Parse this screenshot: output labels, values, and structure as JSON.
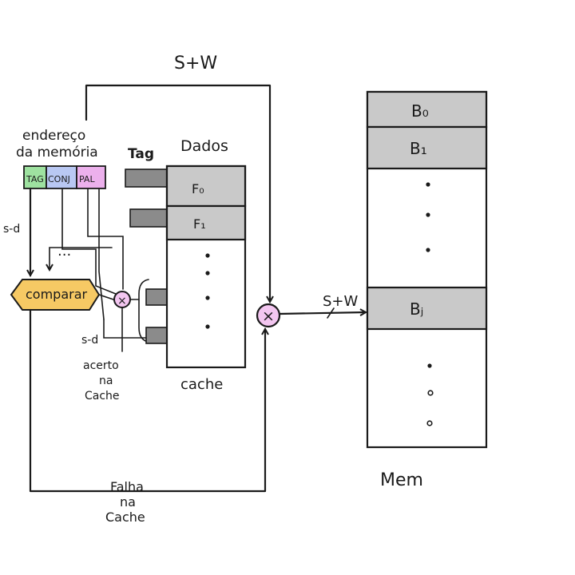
{
  "colors": {
    "tag": "#9ee2a0",
    "conj": "#b9c8f3",
    "pal": "#ecb0ec",
    "compare": "#f6c964",
    "gate": "#f3c6f0",
    "block": "#c9c9c9",
    "tagbar": "#8b8b8b"
  },
  "labels": {
    "top_bus": "S+W",
    "address_line1": "endereço",
    "address_line2": "da memória",
    "field_tag": "TAG",
    "field_conj": "CONJ",
    "field_pal": "PAL",
    "tag_header": "Tag",
    "data_header": "Dados",
    "line0": "F₀",
    "line1": "F₁",
    "cache_label": "cache",
    "compare": "comparar",
    "gate_symbol": "×",
    "s_d_left": "s-d",
    "s_d_bottom": "s-d",
    "ellipsis": "...",
    "hit_line1": "acerto",
    "hit_line2": "na",
    "hit_line3": "Cache",
    "miss_line1": "Falha",
    "miss_line2": "na",
    "miss_line3": "Cache",
    "bus_mem": "S+W",
    "block0": "B₀",
    "block1": "B₁",
    "blockj": "Bⱼ",
    "mem_label": "Mem"
  }
}
